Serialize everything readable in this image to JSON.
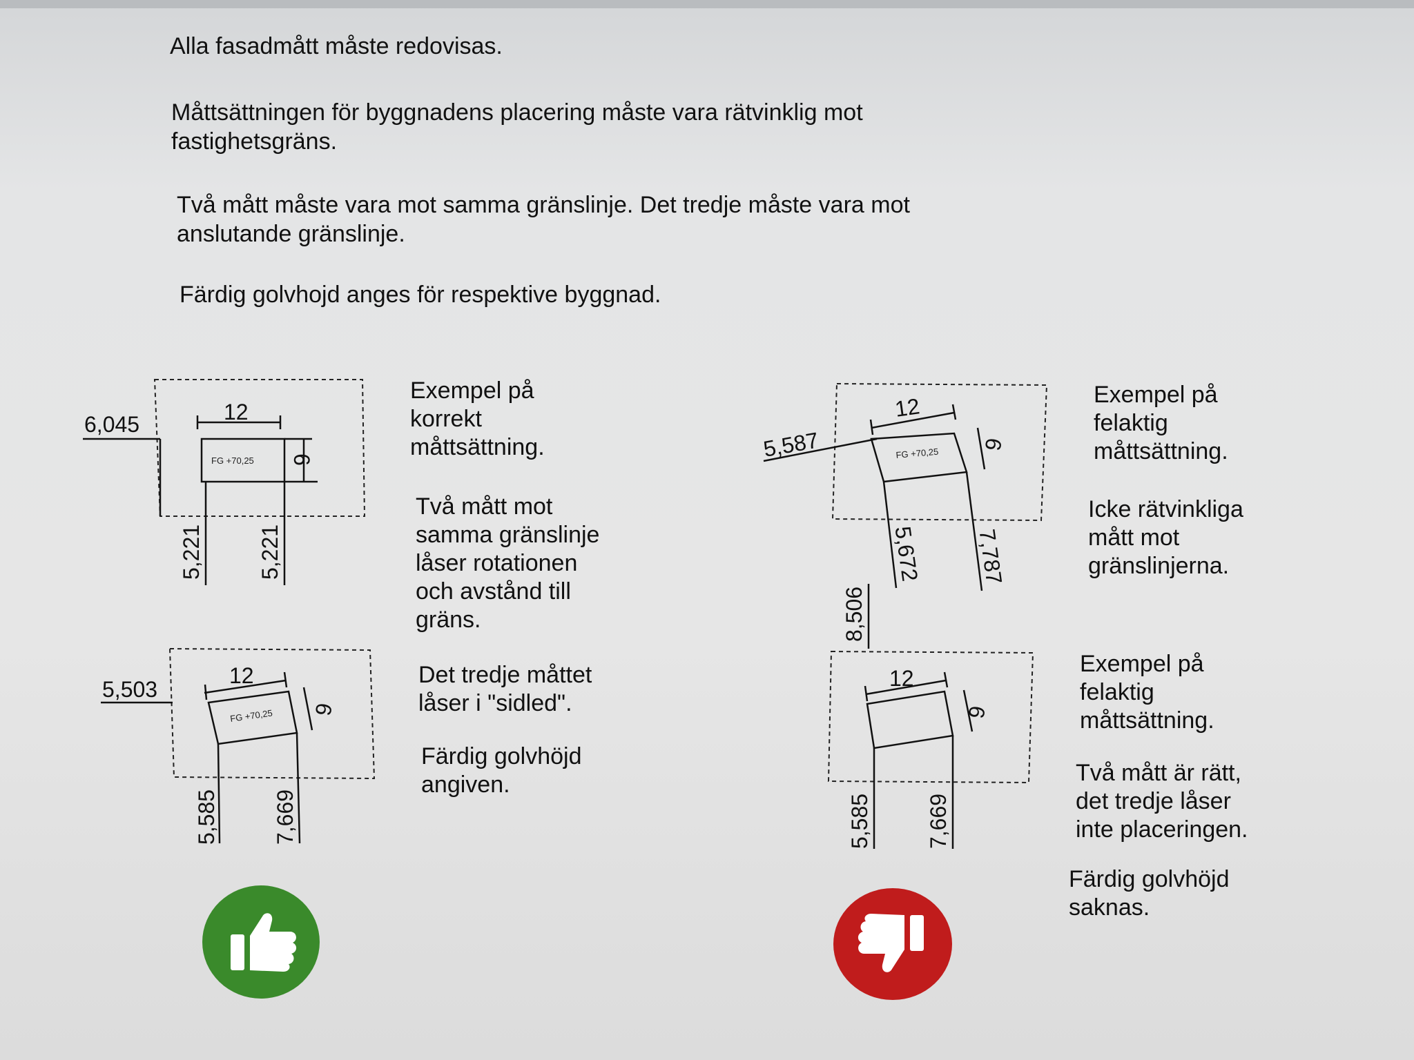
{
  "intro": {
    "p1": "Alla fasadmått måste redovisas.",
    "p2": "Måttsättningen för byggnadens placering måste vara rätvinklig mot fastighetsgräns.",
    "p3": "Två mått måste vara mot samma gränslinje. Det tredje måste vara mot anslutande gränslinje.",
    "p4": "Färdig golvhojd anges för respektive byggnad."
  },
  "correct": {
    "heading": "Exempel på\nkorrekt\nmåttsättning.",
    "note1": "Två mått mot\nsamma gränslinje\nlåser rotationen\noch avstånd till\ngräns.",
    "note2": "Det tredje måttet\nlåser i \"sidled\".",
    "note3": "Färdig golvhöjd\nangiven.",
    "diagram_top": {
      "left": "6,045",
      "top": "12",
      "side": "6",
      "bottom1": "5,221",
      "bottom2": "5,221",
      "fg": "FG +70,25"
    },
    "diagram_bottom": {
      "left": "5,503",
      "top": "12",
      "side": "6",
      "bottom1": "5,585",
      "bottom2": "7,669",
      "fg": "FG +70,25"
    }
  },
  "incorrect": {
    "heading1": "Exempel på\nfelaktig\nmåttsättning.",
    "note1": "Icke rätvinkliga\nmått mot\ngränslinjerna.",
    "heading2": "Exempel på\nfelaktig\nmåttsättning.",
    "note2": "Två mått är rätt,\ndet tredje låser\ninte placeringen.",
    "note3": "Färdig golvhöjd\nsaknas.",
    "diagram_top": {
      "left": "5,587",
      "top": "12",
      "side": "6",
      "bottom1": "5,672",
      "bottom2": "7,787",
      "fg": "FG +70,25"
    },
    "diagram_bottom": {
      "left": "8,506",
      "top": "12",
      "side": "6",
      "bottom1": "5,585",
      "bottom2": "7,669"
    }
  },
  "icons": {
    "good": "thumbs-up-icon",
    "bad": "thumbs-down-icon",
    "good_color": "#3a8a2b",
    "bad_color": "#c01c1c"
  }
}
